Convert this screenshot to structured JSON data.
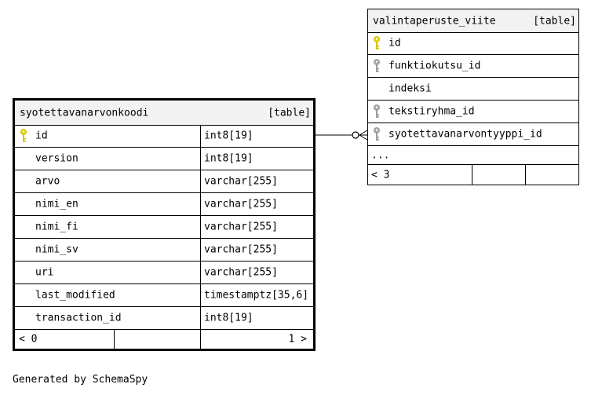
{
  "tables": {
    "main": {
      "name": "syotettavanarvonkoodi",
      "kind": "[table]",
      "columns": [
        {
          "name": "id",
          "type": "int8[19]"
        },
        {
          "name": "version",
          "type": "int8[19]"
        },
        {
          "name": "arvo",
          "type": "varchar[255]"
        },
        {
          "name": "nimi_en",
          "type": "varchar[255]"
        },
        {
          "name": "nimi_fi",
          "type": "varchar[255]"
        },
        {
          "name": "nimi_sv",
          "type": "varchar[255]"
        },
        {
          "name": "uri",
          "type": "varchar[255]"
        },
        {
          "name": "last_modified",
          "type": "timestamptz[35,6]"
        },
        {
          "name": "transaction_id",
          "type": "int8[19]"
        }
      ],
      "footer_left": "< 0",
      "footer_right": "1 >"
    },
    "ref": {
      "name": "valintaperuste_viite",
      "kind": "[table]",
      "columns": [
        {
          "name": "id"
        },
        {
          "name": "funktiokutsu_id"
        },
        {
          "name": "indeksi"
        },
        {
          "name": "tekstiryhma_id"
        },
        {
          "name": "syotettavanarvontyyppi_id"
        }
      ],
      "more": "...",
      "footer_left": "< 3"
    }
  },
  "caption": "Generated by SchemaSpy",
  "colors": {
    "primary_key": "#e8d400",
    "foreign_key": "#9a9a9a",
    "header_bg": "#f2f2f2"
  }
}
